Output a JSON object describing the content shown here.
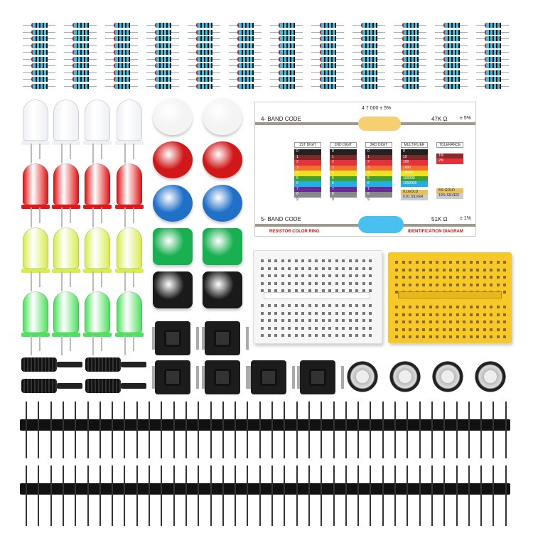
{
  "diagram": {
    "four_band_label": "4- BAND CODE",
    "four_band_digits": "4   7  000  ± 5%",
    "four_band_value": "47K Ω",
    "four_band_tol": "± 5%",
    "five_band_label": "5- BAND CODE",
    "five_band_value": "51K Ω",
    "five_band_tol": "± 1%",
    "caption_left": "RESISTOR COLOR RING",
    "caption_right": "IDENTIFICATION DIAGRAM",
    "columns": [
      {
        "header": "1ST DIGIT",
        "values": [
          "0",
          "1",
          "2",
          "3",
          "4",
          "5",
          "6",
          "7",
          "8",
          "9"
        ]
      },
      {
        "header": "2ND DIGIT",
        "values": [
          "0",
          "1",
          "2",
          "3",
          "4",
          "5",
          "6",
          "7",
          "8",
          "9"
        ]
      },
      {
        "header": "3RD DIGIT",
        "values": [
          "0",
          "1",
          "2",
          "3",
          "4",
          "5",
          "6",
          "7",
          "8",
          "9"
        ]
      },
      {
        "header": "MULTIPLIER",
        "values": [
          "0",
          "10",
          "100",
          "1000",
          "10000",
          "100000",
          "1000000",
          "0.1GOLD",
          "0.01 SILVER"
        ]
      },
      {
        "header": "TOLERANCE",
        "values": [
          "1%",
          "2%",
          "5% GOLD",
          "10% SILVER"
        ]
      }
    ],
    "band_colors": [
      "#222222",
      "#7a2a2a",
      "#e8303a",
      "#f07030",
      "#f0e020",
      "#40a030",
      "#20b0e8",
      "#6a2a98",
      "#888888",
      "#ffffff"
    ],
    "gold": "#e8c060",
    "silver": "#cccccc"
  },
  "colors": {
    "led_white": "#eef0f4",
    "led_red": "#e01818",
    "led_yellow": "#d8ec50",
    "led_green": "#50e060",
    "cap_white": "#f4f4f4",
    "cap_red": "#d01818",
    "cap_blue": "#2070c8",
    "cap_green": "#18b050",
    "cap_black": "#1a1a1a",
    "breadboard_white": "#f6f6f6",
    "breadboard_yellow": "#f6c828",
    "resistor": "#39c4e8"
  }
}
